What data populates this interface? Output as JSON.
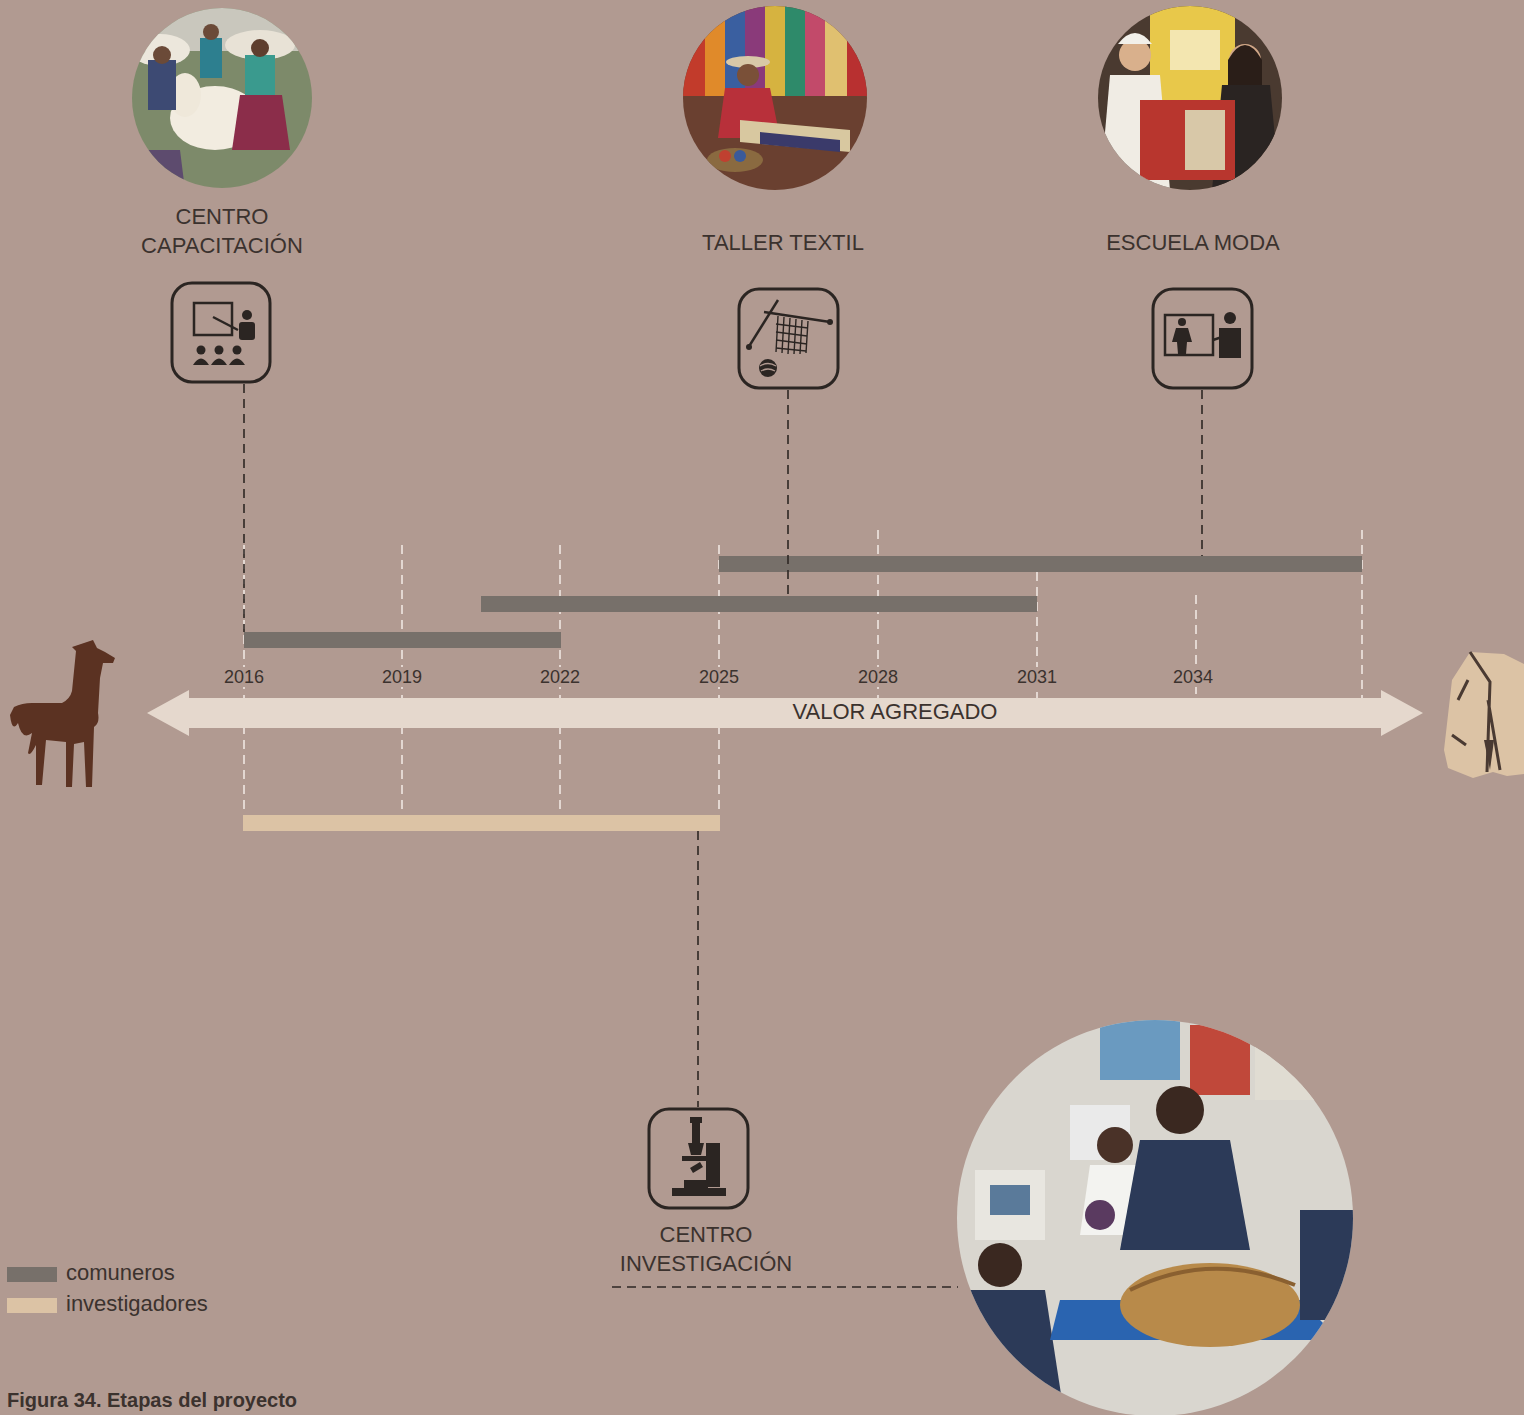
{
  "diagram": {
    "caption": "Figura 34. Etapas del proyecto",
    "nodes": [
      {
        "text": [
          "CENTRO CAPACITACIÓN"
        ]
      },
      {
        "text": [
          "TALLER TEXTIL"
        ]
      },
      {
        "text": [
          "ESCUELA MODA"
        ]
      },
      {
        "text": [
          "VALOR AGREGADO"
        ]
      },
      {
        "text": [
          "CENTRO INVESTIGACIÓN"
        ]
      }
    ],
    "labels": [
      "2016",
      "2019",
      "2022",
      "2025",
      "2028",
      "2031",
      "2034"
    ],
    "legend": [
      {
        "text": "comuneros",
        "color": "#77706a"
      },
      {
        "text": "investigadores",
        "color": "#dcc3a5"
      }
    ]
  }
}
